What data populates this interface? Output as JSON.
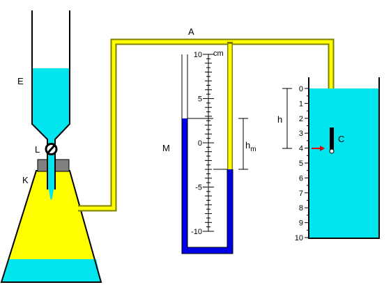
{
  "labels": {
    "A": "A",
    "E": "E",
    "L": "L",
    "K": "K",
    "M": "M",
    "C": "C",
    "h": "h",
    "hm_main": "h",
    "hm_sub": "m",
    "cm": "cm"
  },
  "manometer_scale": {
    "unit": "cm",
    "ticks": [
      "10",
      "5",
      "0",
      "-5",
      "-10"
    ]
  },
  "vessel_scale": {
    "ticks": [
      "0",
      "1",
      "2",
      "3",
      "4",
      "5",
      "6",
      "7",
      "8",
      "9",
      "10"
    ]
  },
  "colors": {
    "water": "#00e5ee",
    "gas": "#ffff00",
    "tube_outline": "#808000",
    "mercury": "#0000e6",
    "arrow": "#e60000",
    "stopcock_body": "#808080",
    "stroke": "#000000"
  }
}
